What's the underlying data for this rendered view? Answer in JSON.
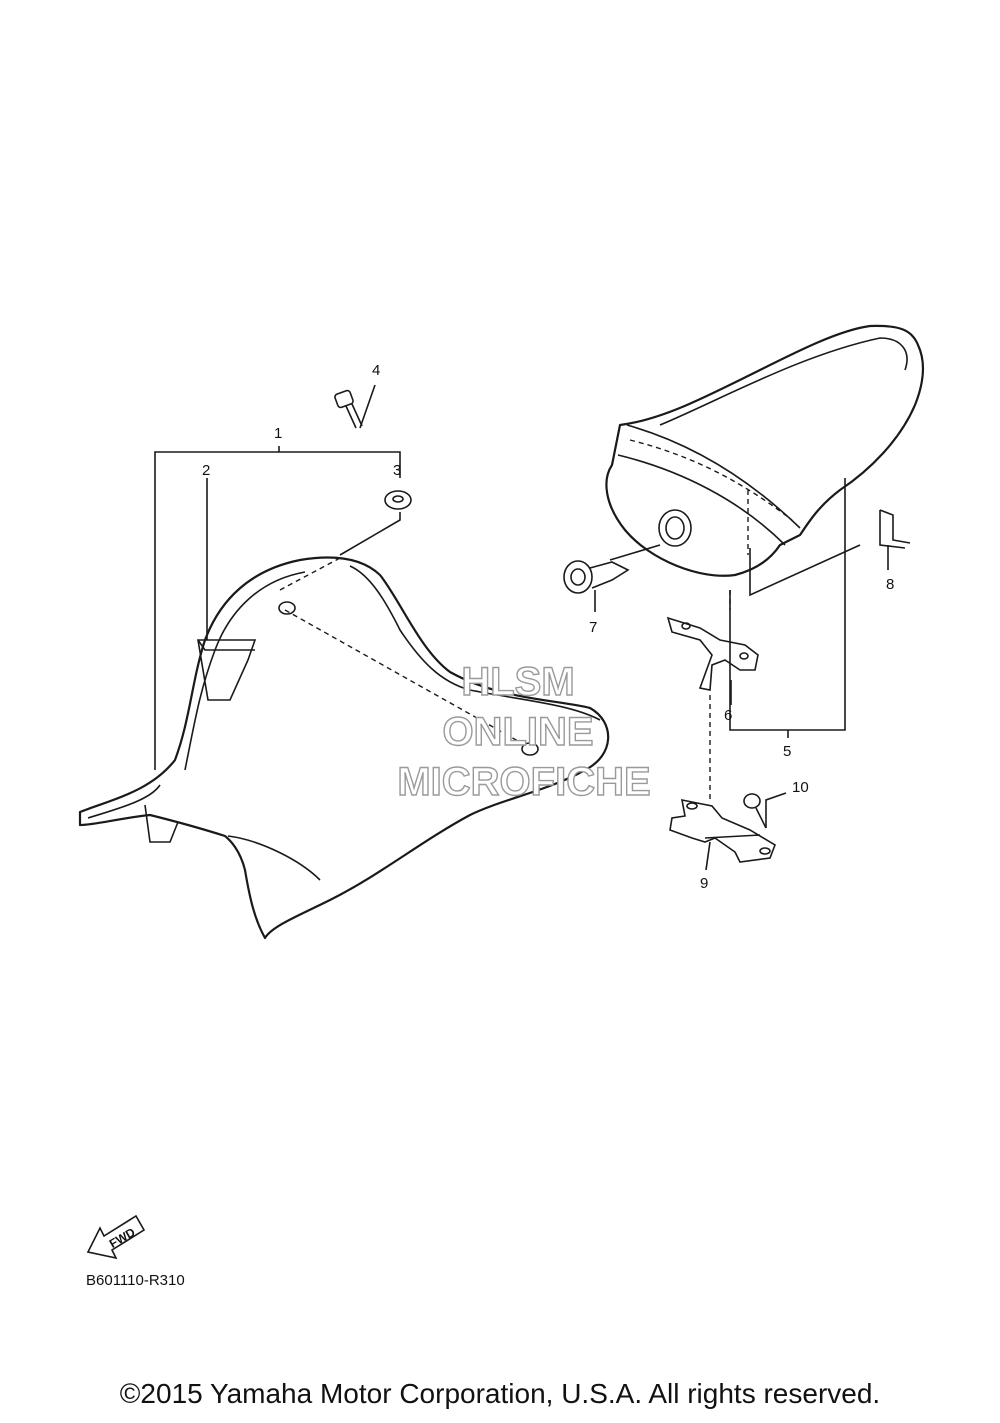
{
  "callouts": [
    "1",
    "2",
    "3",
    "4",
    "5",
    "6",
    "7",
    "8",
    "9",
    "10"
  ],
  "watermark": {
    "line1": "HLSM",
    "line2": "ONLINE",
    "line3": "MICROFICHE"
  },
  "fwd_label": "FWD",
  "diagram_code": "B601110-R310",
  "copyright": "©2015 Yamaha Motor Corporation, U.S.A. All rights reserved."
}
